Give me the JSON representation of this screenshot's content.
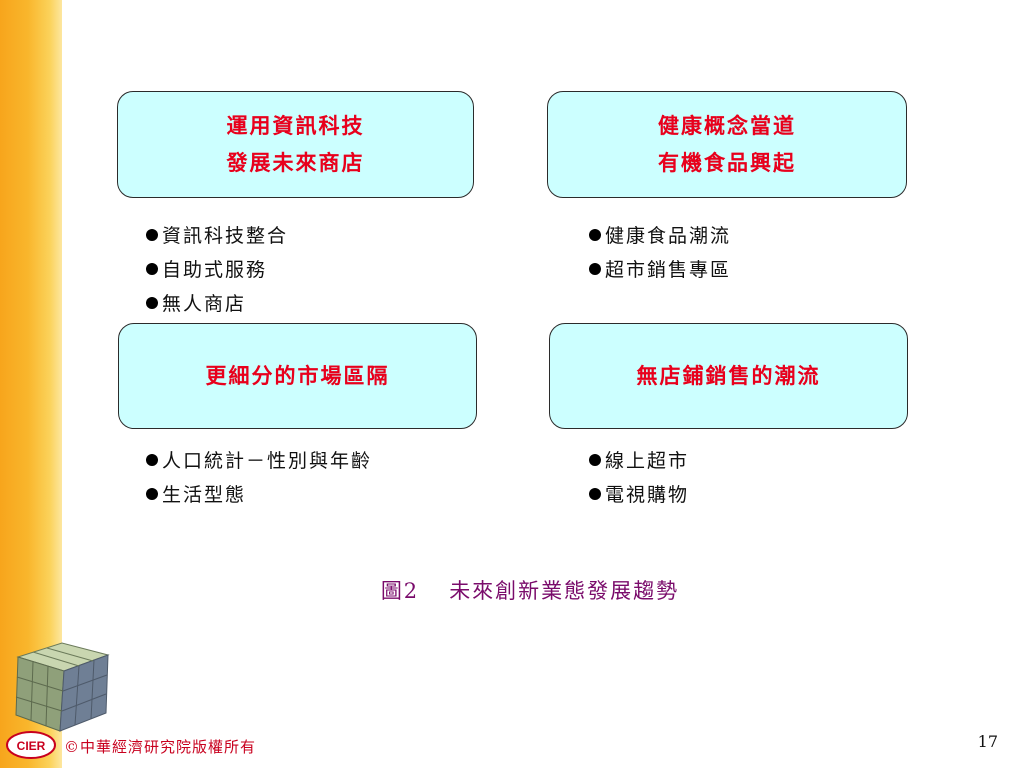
{
  "boxes": [
    {
      "line1": "運用資訊科技",
      "line2": "發展未來商店"
    },
    {
      "line1": "健康概念當道",
      "line2": "有機食品興起"
    },
    {
      "line1": "更細分的市場區隔"
    },
    {
      "line1": "無店鋪銷售的潮流"
    }
  ],
  "bullet_groups": [
    {
      "items": [
        "資訊科技整合",
        "自助式服務",
        "無人商店"
      ]
    },
    {
      "items": [
        "健康食品潮流",
        "超市銷售專區"
      ]
    },
    {
      "items": [
        "人口統計－性別與年齡",
        "生活型態"
      ]
    },
    {
      "items": [
        "線上超市",
        "電視購物"
      ]
    }
  ],
  "caption": {
    "figure": "圖2",
    "title": "未來創新業態發展趨勢"
  },
  "footer": {
    "copyright": "©中華經濟研究院版權所有",
    "logo_text": "CIER"
  },
  "page_number": "17",
  "colors": {
    "box_fill": "#ccffff",
    "box_text": "#e8001c",
    "caption": "#7a0b6b",
    "sidebar": "#f9b62c",
    "footer_text": "#c8001e"
  },
  "icons": {
    "bullet": "filled-circle-bullet-icon",
    "decoration": "rubiks-cube-icon",
    "logo": "cier-logo-icon"
  }
}
